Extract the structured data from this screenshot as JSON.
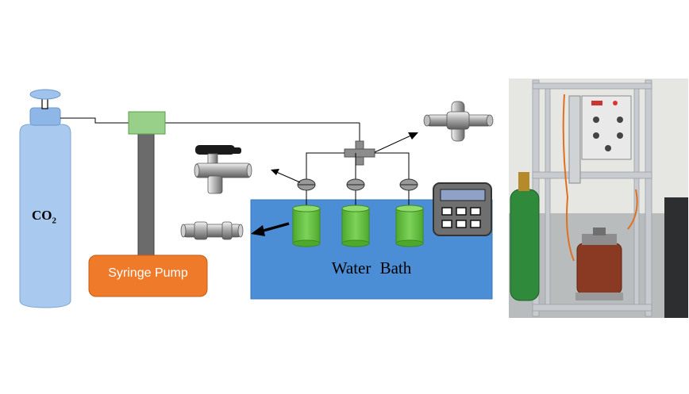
{
  "cylinder": {
    "label_main": "CO",
    "label_sub": "2"
  },
  "pump": {
    "label": "Syringe Pump"
  },
  "bath": {
    "label": "Water Bath"
  },
  "colors": {
    "cylinder_fill": "#aac9ee",
    "cylinder_stroke": "#7fa4d4",
    "pump_base": "#ee7a2a",
    "pump_column": "#6b6b6b",
    "pump_head": "#98d08a",
    "water_bath": "#4b8ed6",
    "vessel": "#5fbd3c",
    "line": "#000000",
    "controller_body": "#6f6f6f",
    "controller_screen": "#8ea2c7"
  },
  "icons": [
    "cylinder-valve-icon",
    "cross-fitting-icon",
    "ball-valve-icon",
    "check-valve-icon",
    "temperature-controller-icon"
  ]
}
